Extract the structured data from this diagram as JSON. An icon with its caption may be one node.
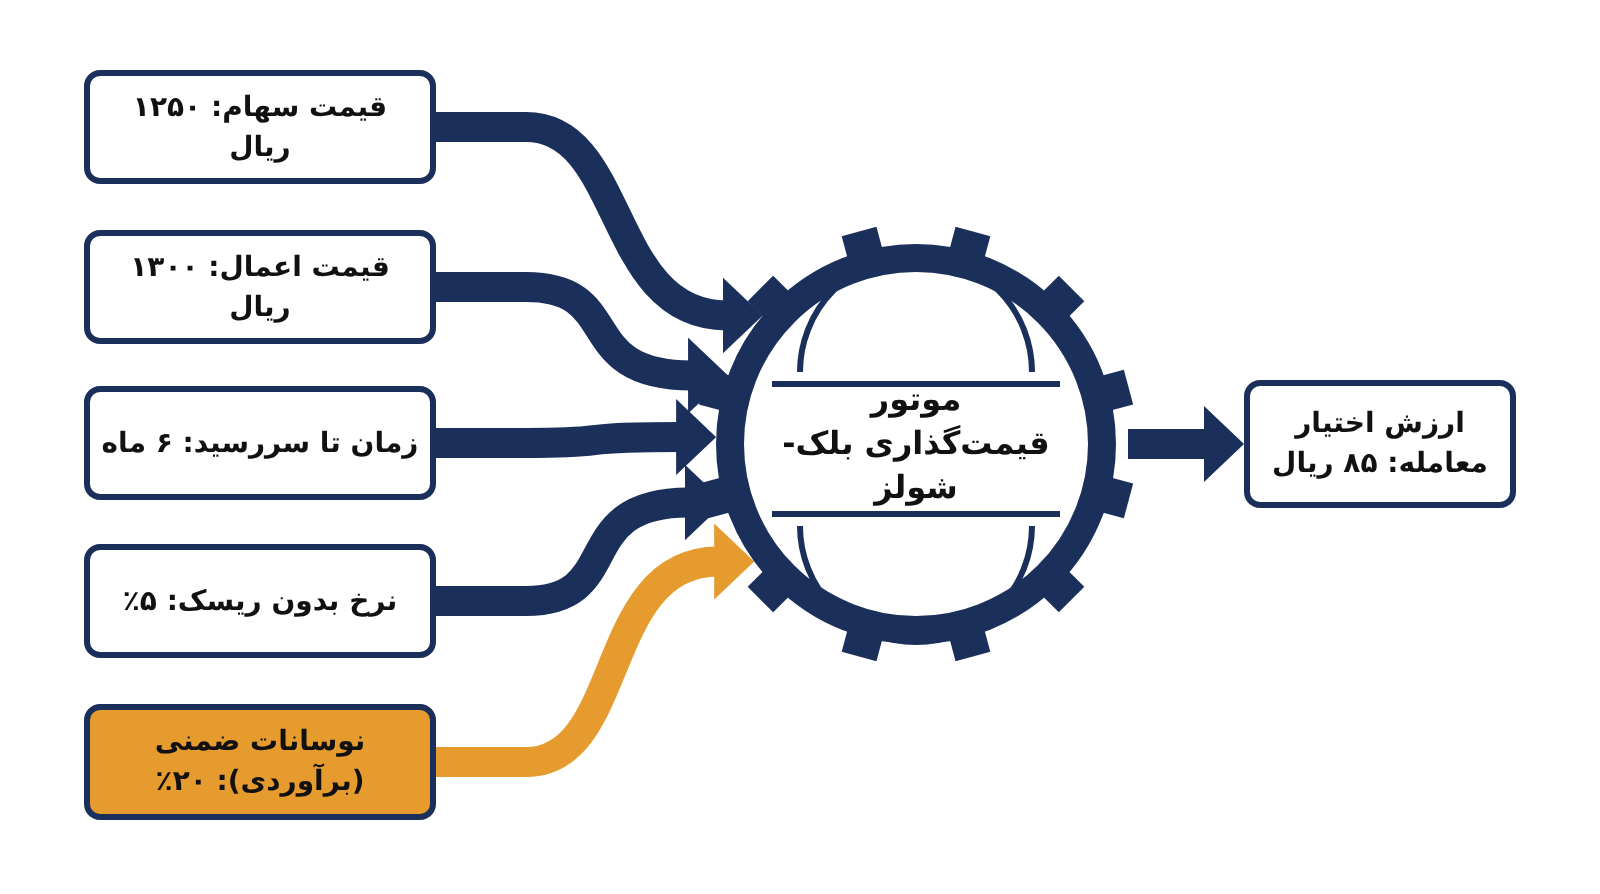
{
  "diagram": {
    "nodes": [
      {
        "text": [
          "قیمت سهام: ۱۲۵۰ ریال"
        ]
      },
      {
        "text": [
          "قیمت اعمال: ۱۳۰۰ ریال"
        ]
      },
      {
        "text": [
          "زمان تا سررسید: ۶ ماه"
        ]
      },
      {
        "text": [
          "نرخ بدون ریسک: ۵٪"
        ]
      },
      {
        "text": [
          "نوسانات ضمنی (برآوردی): ۲۰٪"
        ]
      },
      {
        "text": [
          "موتور قیمت‌گذاری بلک-شولز"
        ]
      },
      {
        "text": [
          "ارزش اختیار معامله: ۸۵ ریال"
        ]
      }
    ],
    "edges": [
      {
        "from": 0,
        "to": 5,
        "arrow": "to"
      },
      {
        "from": 1,
        "to": 5,
        "arrow": "to"
      },
      {
        "from": 2,
        "to": 5,
        "arrow": "to"
      },
      {
        "from": 3,
        "to": 5,
        "arrow": "to"
      },
      {
        "from": 4,
        "to": 5,
        "arrow": "to",
        "color": "#e69b2e"
      },
      {
        "from": 5,
        "to": 6,
        "arrow": "to"
      }
    ]
  }
}
